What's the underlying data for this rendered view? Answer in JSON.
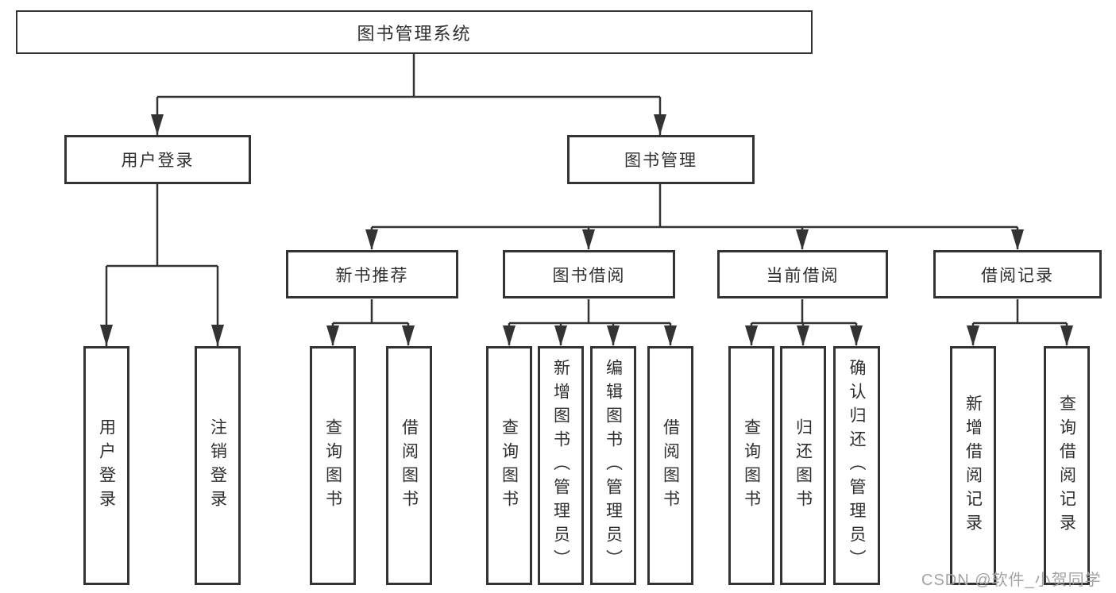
{
  "tree": {
    "root": "图书管理系统",
    "branches": [
      {
        "label": "用户登录",
        "children": [
          "用户登录",
          "注销登录"
        ]
      },
      {
        "label": "图书管理",
        "groups": [
          {
            "label": "新书推荐",
            "children": [
              "查询图书",
              "借阅图书"
            ]
          },
          {
            "label": "图书借阅",
            "children": [
              "查询图书",
              "新增图书（管理员）",
              "编辑图书（管理员）",
              "借阅图书"
            ]
          },
          {
            "label": "当前借阅",
            "children": [
              "查询图书",
              "归还图书",
              "确认归还（管理员）"
            ]
          },
          {
            "label": "借阅记录",
            "children": [
              "新增借阅记录",
              "查询借阅记录"
            ]
          }
        ]
      }
    ]
  },
  "watermark": "CSDN @软件_小贺同学",
  "colors": {
    "line": "#333333",
    "box_border": "#333333",
    "text": "#2e2e2e",
    "watermark": "#a3a3a3",
    "background": "#ffffff"
  }
}
